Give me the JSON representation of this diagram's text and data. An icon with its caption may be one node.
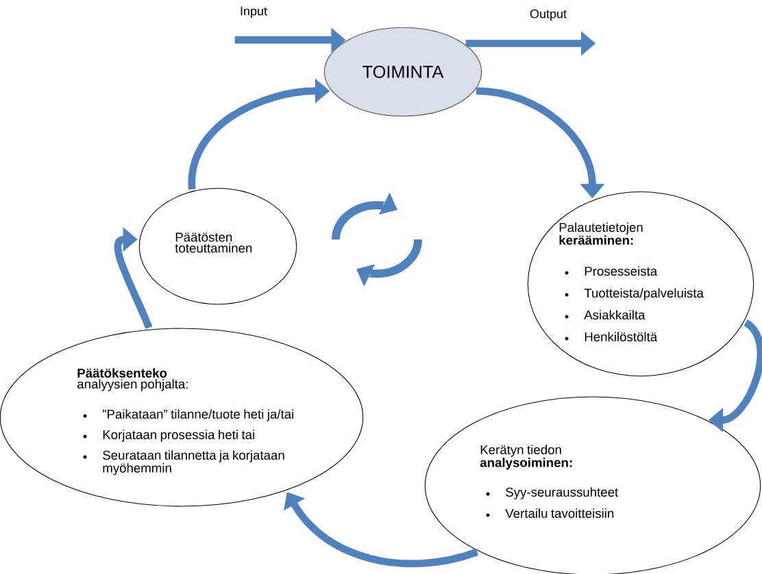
{
  "diagram": {
    "nodes": [
      {
        "text": [
          "TOIMINTA"
        ]
      },
      {
        "text": [
          "Päätösten toteuttaminen"
        ]
      },
      {
        "text": [
          "Palautetietojen **kerääminen:**",
          "Prosesseista",
          "Tuotteista/palveluista",
          "Asiakkailta",
          "Henkilöstöltä"
        ]
      },
      {
        "text": [
          "**Päätöksenteko** analyysien pohjalta:",
          "”Paikataan” tilanne/tuote heti ja/tai",
          "Korjataan prosessia heti tai",
          "Seurataan tilannetta ja korjataan myöhemmin"
        ]
      },
      {
        "text": [
          "Kerätyn tiedon **analysoiminen:**",
          "Syy-seuraussuhteet",
          "Vertailu tavoitteisiin"
        ]
      }
    ],
    "edges": [
      {
        "from": null,
        "to": 0,
        "arrow": "to",
        "label": "Input"
      },
      {
        "from": 0,
        "to": null,
        "arrow": "to",
        "label": "Output"
      },
      {
        "from": 0,
        "to": 2,
        "arrow": "to"
      },
      {
        "from": 2,
        "to": 4,
        "arrow": "to"
      },
      {
        "from": 4,
        "to": 3,
        "arrow": "to"
      },
      {
        "from": 3,
        "to": 1,
        "arrow": "to"
      },
      {
        "from": 1,
        "to": 0,
        "arrow": "to"
      }
    ]
  }
}
